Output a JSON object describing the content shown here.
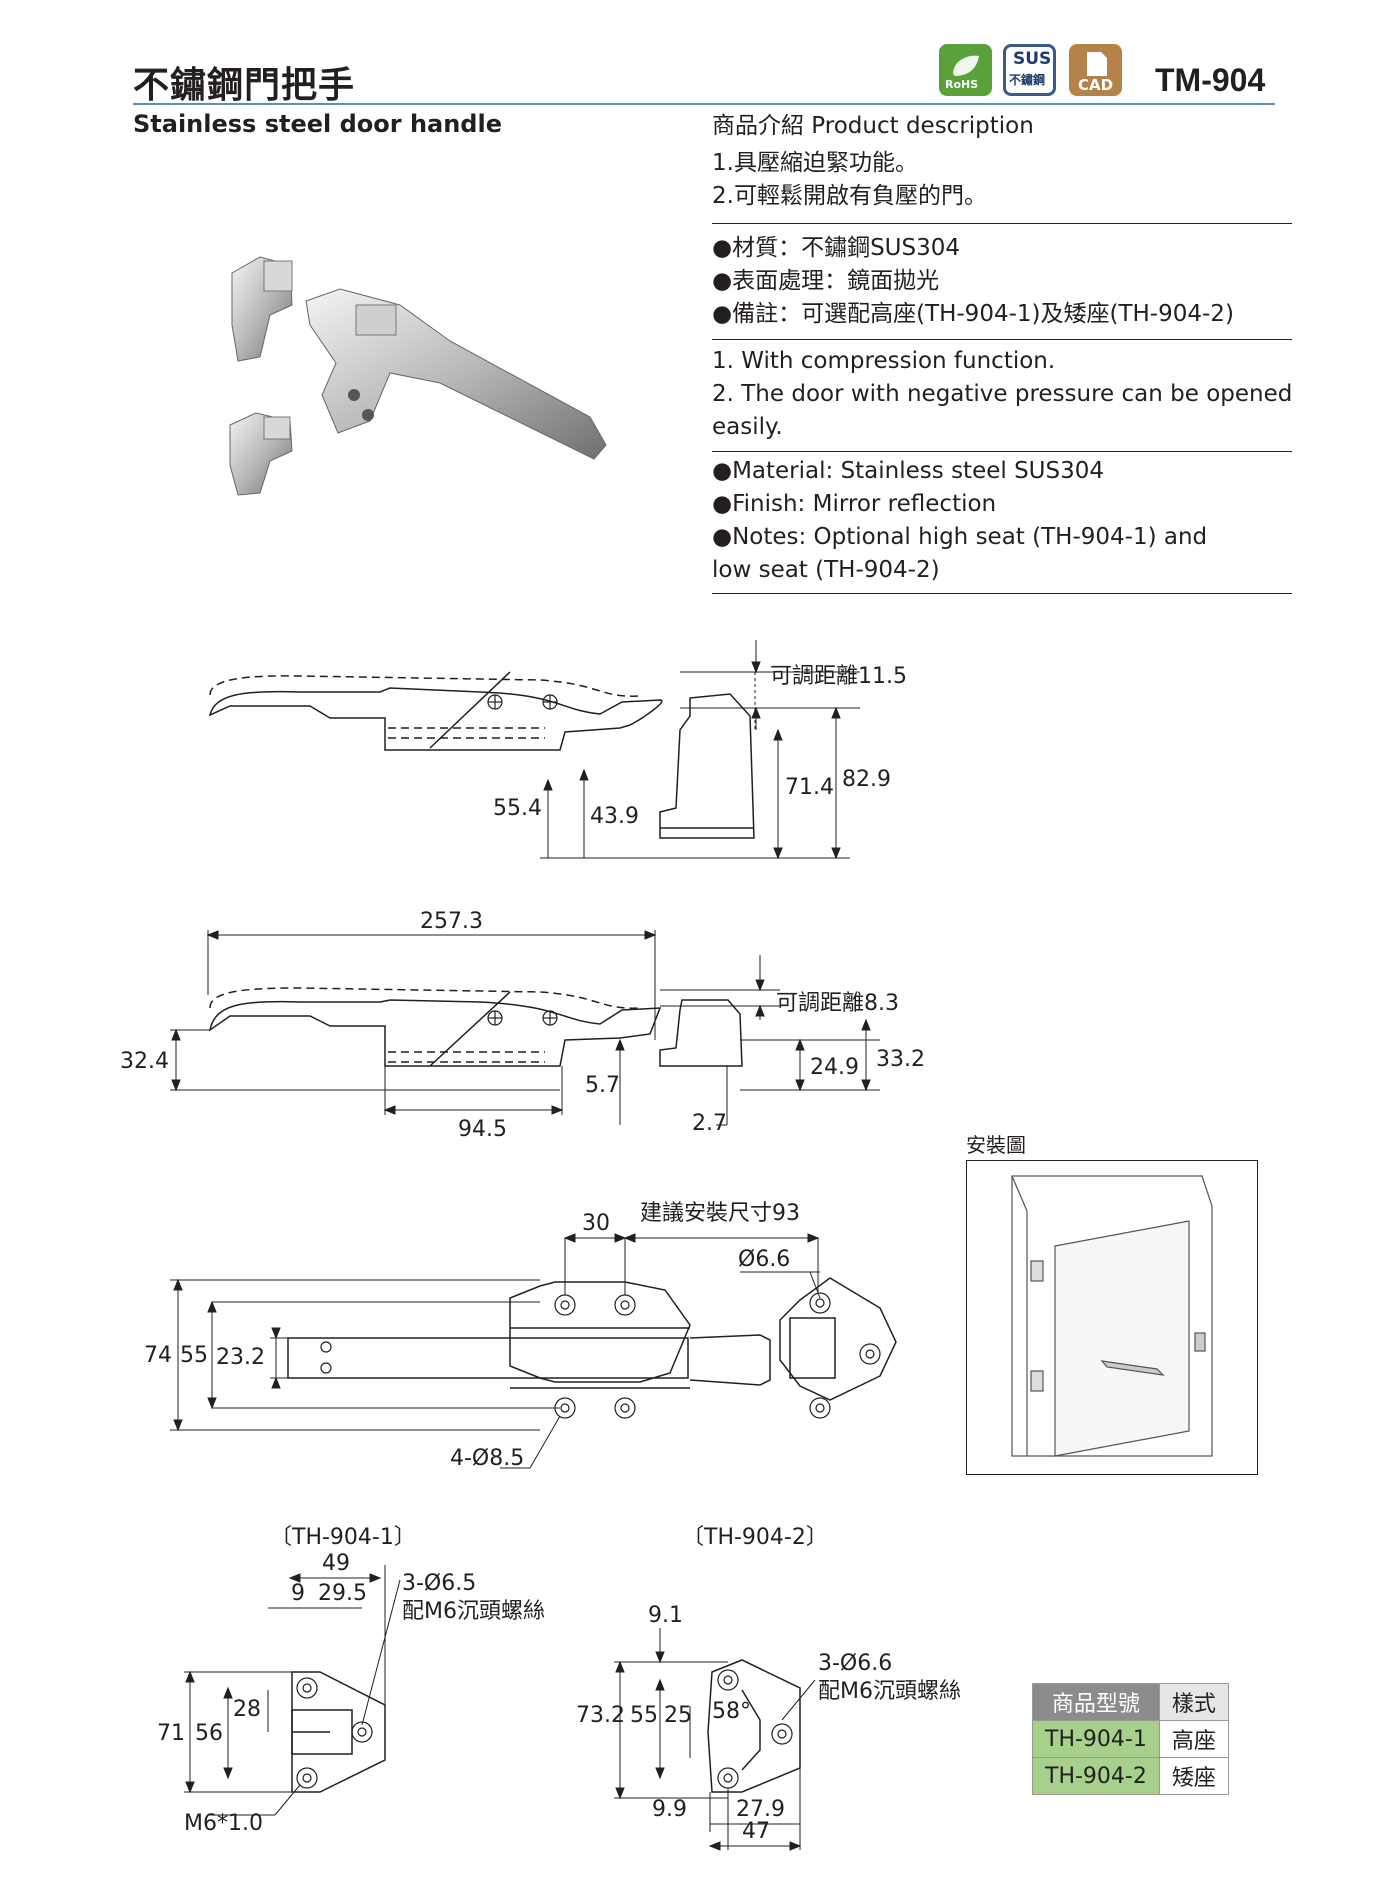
{
  "header": {
    "title_zh": "不鏽鋼門把手",
    "title_en": "Stainless steel door handle",
    "model": "TM-904",
    "badges": [
      {
        "name": "rohs-badge",
        "label": "RoHS",
        "color": "#5aa13a"
      },
      {
        "name": "sus-badge",
        "label_top": "SUS",
        "label_bottom": "不鏽鋼",
        "color": "#3a5a8c"
      },
      {
        "name": "cad-badge",
        "label": "CAD",
        "color": "#b5824a"
      }
    ]
  },
  "description": {
    "heading": "商品介紹 Product description",
    "zh_features": [
      "1.具壓縮迫緊功能。",
      "2.可輕鬆開啟有負壓的門。"
    ],
    "zh_specs": [
      "●材質：不鏽鋼SUS304",
      "●表面處理：鏡面拋光",
      "●備註：可選配高座(TH-904-1)及矮座(TH-904-2)"
    ],
    "en_features": [
      "1. With compression function.",
      "2. The door with negative pressure can be opened",
      "easily."
    ],
    "en_specs": [
      "●Material: Stainless steel SUS304",
      "●Finish: Mirror reflection",
      "●Notes: Optional high seat (TH-904-1) and",
      "low seat (TH-904-2)"
    ]
  },
  "drawing1": {
    "adjust": "可調距離11.5",
    "dims": [
      "55.4",
      "43.9",
      "71.4",
      "82.9"
    ]
  },
  "drawing2": {
    "adjust": "可調距離8.3",
    "dims": [
      "257.3",
      "32.4",
      "94.5",
      "5.7",
      "2.7",
      "24.9",
      "33.2"
    ]
  },
  "drawing3": {
    "recommend": "建議安裝尺寸93",
    "dims": [
      "30",
      "Ø6.6",
      "74",
      "55",
      "23.2",
      "4-Ø8.5"
    ]
  },
  "install": {
    "title": "安裝圖"
  },
  "seat1": {
    "label": "〔TH-904-1〕",
    "dims": [
      "49",
      "9",
      "29.5",
      "71",
      "56",
      "28",
      "M6*1.0"
    ],
    "note1": "3-Ø6.5",
    "note2": "配M6沉頭螺絲"
  },
  "seat2": {
    "label": "〔TH-904-2〕",
    "dims": [
      "9.1",
      "73.2",
      "55",
      "25",
      "58°",
      "9.9",
      "27.9",
      "47"
    ],
    "note1": "3-Ø6.6",
    "note2": "配M6沉頭螺絲"
  },
  "spec_table": {
    "headers": [
      "商品型號",
      "樣式"
    ],
    "rows": [
      [
        "TH-904-1",
        "高座"
      ],
      [
        "TH-904-2",
        "矮座"
      ]
    ],
    "header_bg": "#8c8c8c",
    "row_bg": "#a7d08c"
  }
}
